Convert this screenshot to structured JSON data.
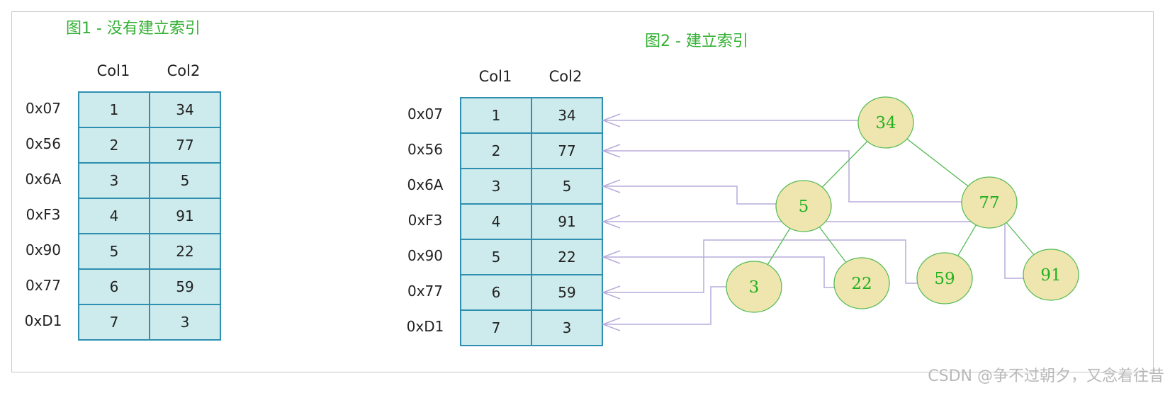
{
  "figure1": {
    "title": "图1 - 没有建立索引",
    "columns": [
      "Col1",
      "Col2"
    ],
    "rows": [
      {
        "addr": "0x07",
        "col1": "1",
        "col2": "34"
      },
      {
        "addr": "0x56",
        "col1": "2",
        "col2": "77"
      },
      {
        "addr": "0x6A",
        "col1": "3",
        "col2": "5"
      },
      {
        "addr": "0xF3",
        "col1": "4",
        "col2": "91"
      },
      {
        "addr": "0x90",
        "col1": "5",
        "col2": "22"
      },
      {
        "addr": "0x77",
        "col1": "6",
        "col2": "59"
      },
      {
        "addr": "0xD1",
        "col1": "7",
        "col2": "3"
      }
    ]
  },
  "figure2": {
    "title": "图2 - 建立索引",
    "columns": [
      "Col1",
      "Col2"
    ],
    "rows": [
      {
        "addr": "0x07",
        "col1": "1",
        "col2": "34"
      },
      {
        "addr": "0x56",
        "col1": "2",
        "col2": "77"
      },
      {
        "addr": "0x6A",
        "col1": "3",
        "col2": "5"
      },
      {
        "addr": "0xF3",
        "col1": "4",
        "col2": "91"
      },
      {
        "addr": "0x90",
        "col1": "5",
        "col2": "22"
      },
      {
        "addr": "0x77",
        "col1": "6",
        "col2": "59"
      },
      {
        "addr": "0xD1",
        "col1": "7",
        "col2": "3"
      }
    ],
    "tree": {
      "nodes": [
        "34",
        "5",
        "77",
        "3",
        "22",
        "59",
        "91"
      ],
      "edges": [
        [
          "34",
          "5"
        ],
        [
          "34",
          "77"
        ],
        [
          "5",
          "3"
        ],
        [
          "5",
          "22"
        ],
        [
          "77",
          "59"
        ],
        [
          "77",
          "91"
        ]
      ],
      "pointers": {
        "34": "0x07",
        "77": "0x56",
        "5": "0x6A",
        "91": "0xF3",
        "22": "0x90",
        "59": "0x77",
        "3": "0xD1"
      }
    }
  },
  "colors": {
    "title": "#33b033",
    "cell_fill": "#cdebed",
    "cell_border": "#2e8fb0",
    "node_fill": "#efe5ae",
    "node_stroke": "#55bb55",
    "tree_edge": "#55bb55",
    "pointer_line": "#b7acdc"
  },
  "watermark": "CSDN @争不过朝夕，又念着往昔"
}
